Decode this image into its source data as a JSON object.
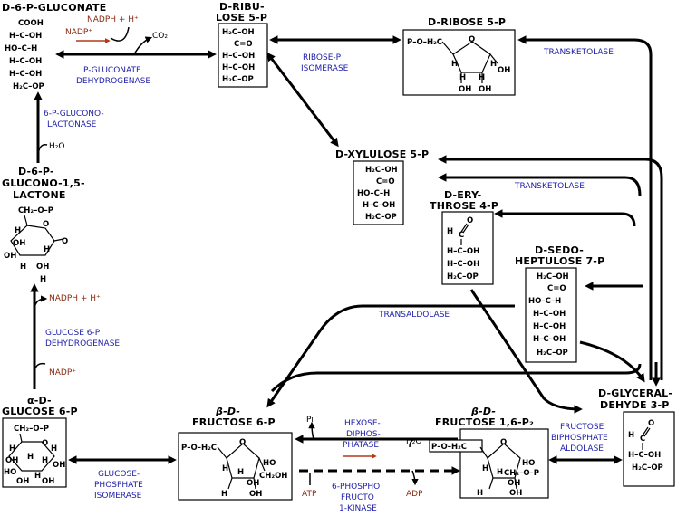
{
  "titles": {
    "p_gluconate": "D-6-P-GLUCONATE",
    "ribulose": [
      "D-RIBU-",
      "LOSE 5-P"
    ],
    "ribose": "D-RIBOSE 5-P",
    "xylulose": "D-XYLULOSE 5-P",
    "erythrose": [
      "D-ERY-",
      "THROSE 4-P"
    ],
    "sedoheptulose": [
      "D-SEDO-",
      "HEPTULOSE 7-P"
    ],
    "lactone": [
      "D-6-P-",
      "GLUCONO-1,5-",
      "LACTONE"
    ],
    "glucose6p": [
      "α-D-",
      "GLUCOSE 6-P"
    ],
    "fructose6p": [
      "β-D-",
      "FRUCTOSE 6-P"
    ],
    "fructose16": [
      "β-D-",
      "FRUCTOSE 1,6-P₂"
    ],
    "glyceraldehyde": [
      "D-GLYCERAL-",
      "DEHYDE 3-P"
    ]
  },
  "enzymes": {
    "pgluconate_dh": [
      "P-GLUCONATE",
      "DEHYDROGENASE"
    ],
    "ribose_isomerase": [
      "RIBOSE-P",
      "ISOMERASE"
    ],
    "transketolase_1": "TRANSKETOLASE",
    "transketolase_2": "TRANSKETOLASE",
    "lactonase": [
      "6-P-GLUCONO-",
      "LACTONASE"
    ],
    "g6p_dh": [
      "GLUCOSE 6-P",
      "DEHYDROGENASE"
    ],
    "transaldolase": "TRANSALDOLASE",
    "hexose_diphosphatase": [
      "HEXOSE-",
      "DIPHOS-",
      "PHATASE"
    ],
    "pfk": [
      "6-PHOSPHO",
      "FRUCTO",
      "1-KINASE"
    ],
    "aldolase": [
      "FRUCTOSE",
      "BIPHOSPHATE",
      "ALDOLASE"
    ],
    "gpi": [
      "GLUCOSE-",
      "PHOSPHATE",
      "ISOMERASE"
    ]
  },
  "cofactors": {
    "nadph_top": "NADPH + H⁺",
    "nadp_top": "NADP⁺",
    "co2": "CO₂",
    "h2o_lactonase": "H₂O",
    "nadph_mid": "NADPH + H⁺",
    "nadp_mid": "NADP⁺",
    "pi": "Pi",
    "h2o_bottom": "H₂O",
    "atp": "ATP",
    "adp": "ADP"
  },
  "structures": {
    "gluconate": [
      "COOH",
      "H–C–OH",
      "HO–C–H",
      "H–C–OH",
      "H–C–OH",
      "H₂C–OP"
    ],
    "ribulose": [
      "H₂C–OH",
      "C=O",
      "H–C–OH",
      "H–C–OH",
      "H₂C–OP"
    ],
    "xylulose": [
      "H₂C–OH",
      "C=O",
      "HO–C–H",
      "H–C–OH",
      "H₂C–OP"
    ],
    "erythrose": [
      "H–C–OH",
      "H–C–OH",
      "H₂C–OP"
    ],
    "sedoheptulose": [
      "H₂C–OH",
      "C=O",
      "HO–C–H",
      "H–C–OH",
      "H–C–OH",
      "H–C–OH",
      "H₂C–OP"
    ],
    "glyceraldehyde": [
      "H–C–OH",
      "H₂C–OP"
    ],
    "ribose_ring": {
      "prefix": "P–O–H₂C",
      "ring_o": "O",
      "h1": "H",
      "h2": "H",
      "h3": "H",
      "h4": "H",
      "oh1": "OH",
      "oh2": "OH",
      "oh3": "OH"
    },
    "lactone_ring": {
      "top": "CH₂–O–P",
      "ring_o": "O",
      "oh_a": "OH",
      "oh_b": "OH",
      "oh_c": "OH",
      "h_a": "H",
      "h_b": "H",
      "h_c": "H",
      "h_d": "H",
      "keto_o": "O"
    },
    "glucose_ring": {
      "top": "CH₂–O–P",
      "ring_o": "O",
      "labels": [
        "H",
        "H",
        "H",
        "OH",
        "H",
        "OH",
        "HO",
        "H",
        "OH",
        "OH"
      ]
    },
    "fructose6p_ring": {
      "prefix": "P–O–H₂C",
      "ring_o": "O",
      "ch2oh": "CH₂OH",
      "labels": [
        "H",
        "HO",
        "H",
        "OH",
        "OH",
        "H"
      ]
    },
    "fructose16_ring": {
      "prefix": "P–O–H₂C",
      "ring_o": "O",
      "ch2op": "CH₂–O–P",
      "labels": [
        "H",
        "HO",
        "H",
        "OH",
        "OH",
        "H"
      ]
    },
    "erythrose_top": {
      "c": "C",
      "o": "O",
      "h": "H"
    },
    "glyceraldehyde_top": {
      "c": "C",
      "o": "O",
      "h": "H"
    }
  }
}
